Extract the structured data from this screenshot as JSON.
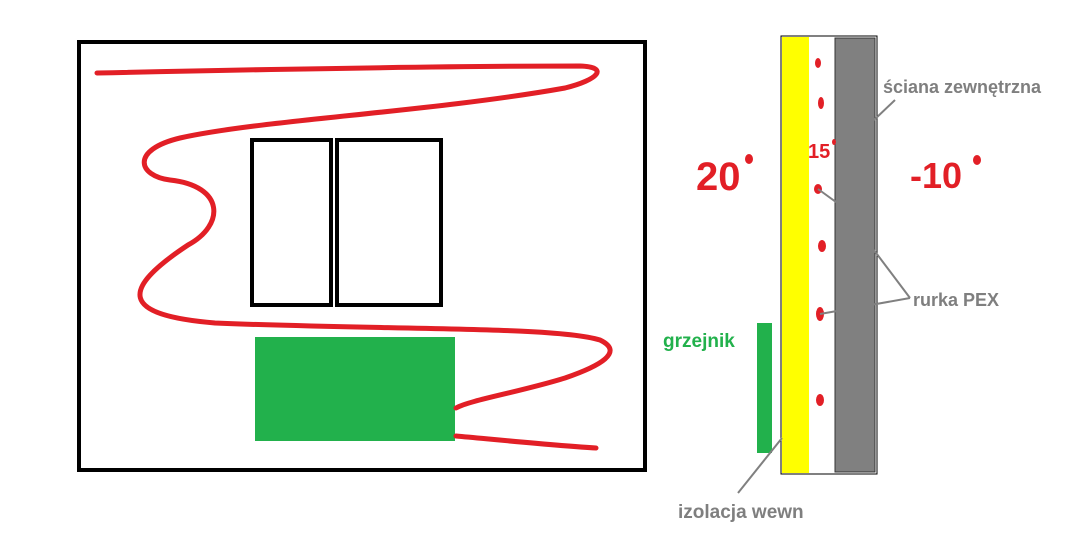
{
  "colors": {
    "pipe": "#e21f26",
    "radiator": "#22b14c",
    "insulation": "#ffff00",
    "wall": "#808080",
    "outline": "#000000",
    "note_text": "#7f7f7f",
    "temp_text": "#e21f26"
  },
  "labels": {
    "temp_inside": "20",
    "temp_mid": "15",
    "temp_outside": "-10",
    "exterior_wall": "ściana zewnętrzna",
    "pex_pipe": "rurka PEX",
    "radiator": "grzejnik",
    "inner_insulation": "izolacja wewn"
  }
}
